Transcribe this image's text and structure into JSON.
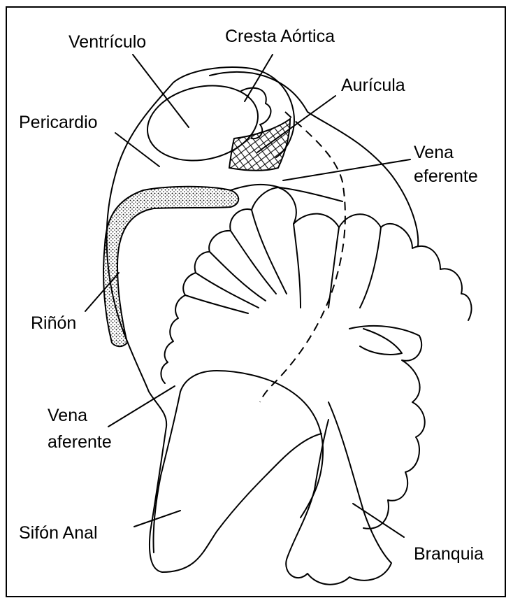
{
  "labels": {
    "ventriculo": "Ventrículo",
    "cresta_aortica": "Cresta Aórtica",
    "auricula": "Aurícula",
    "pericardio": "Pericardio",
    "vena_eferente_1": "Vena",
    "vena_eferente_2": "eferente",
    "rinon": "Riñón",
    "vena_aferente_1": "Vena",
    "vena_aferente_2": "aferente",
    "sifon_anal": "Sifón Anal",
    "branquia": "Branquia"
  }
}
